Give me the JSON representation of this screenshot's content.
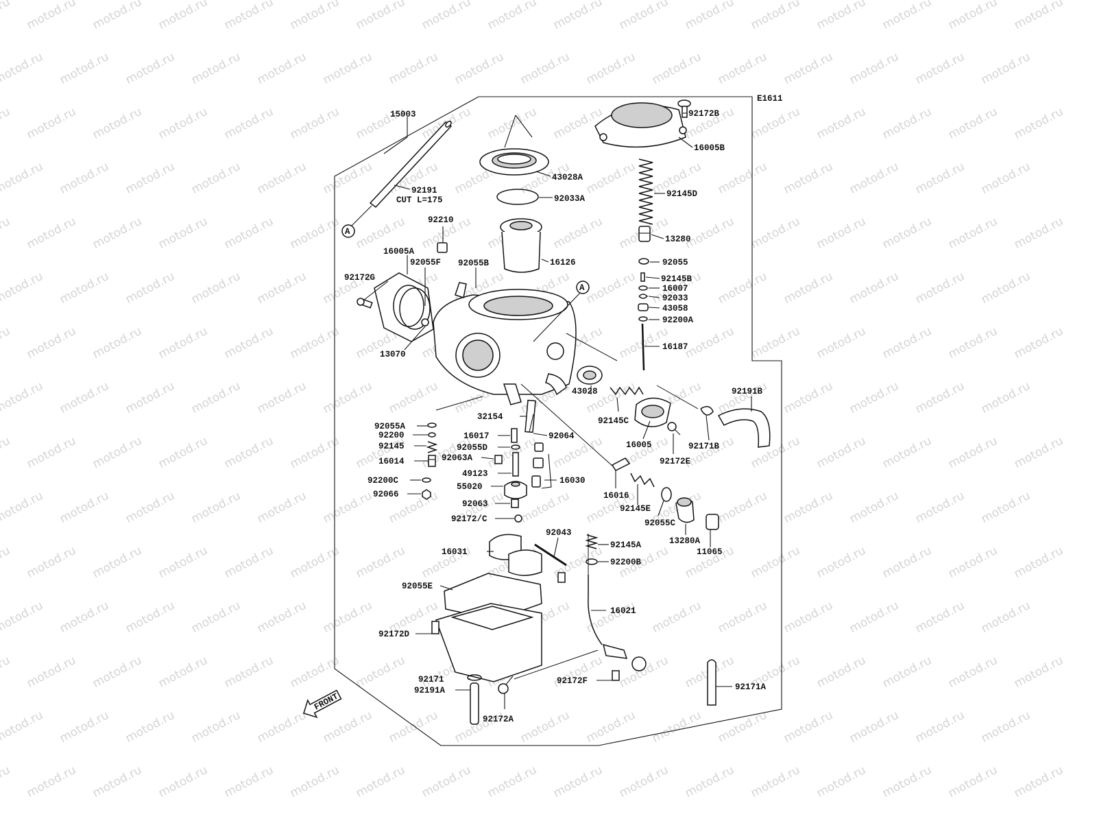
{
  "watermark": "motod.ru",
  "diagram_code": "E1611",
  "front_label": "FRONT",
  "callout_marker": "A",
  "labels": {
    "p15003": "15003",
    "p92191": "92191",
    "cut": "CUT L=175",
    "p43028A": "43028A",
    "p92033A": "92033A",
    "p92210": "92210",
    "p16126": "16126",
    "p16005A": "16005A",
    "p92055F": "92055F",
    "p92055B": "92055B",
    "p92172G": "92172G",
    "p13070": "13070",
    "p92172B": "92172B",
    "p16005B": "16005B",
    "p92145D": "92145D",
    "p13280": "13280",
    "p92055": "92055",
    "p92145B": "92145B",
    "p16007": "16007",
    "p92033": "92033",
    "p43058": "43058",
    "p92200A": "92200A",
    "p16187": "16187",
    "p92191B": "92191B",
    "p43028": "43028",
    "p92145C": "92145C",
    "p16005": "16005",
    "p92171B": "92171B",
    "p92172E": "92172E",
    "p32154": "32154",
    "p92055A": "92055A",
    "p92200": "92200",
    "p92145": "92145",
    "p16014": "16014",
    "p92200C": "92200C",
    "p92066": "92066",
    "p16017": "16017",
    "p92064": "92064",
    "p92055D": "92055D",
    "p92063A": "92063A",
    "p49123": "49123",
    "p55020": "55020",
    "p16030": "16030",
    "p92063": "92063",
    "p92172C": "92172/C",
    "p16016": "16016",
    "p92145E": "92145E",
    "p92055C": "92055C",
    "p13280A": "13280A",
    "p11065": "11065",
    "p92043": "92043",
    "p16031": "16031",
    "p92145A": "92145A",
    "p92200B": "92200B",
    "p92055E": "92055E",
    "p16021": "16021",
    "p92172D": "92172D",
    "p92171": "92171",
    "p92191A": "92191A",
    "p92172F": "92172F",
    "p92171A": "92171A",
    "p92172A": "92172A"
  }
}
